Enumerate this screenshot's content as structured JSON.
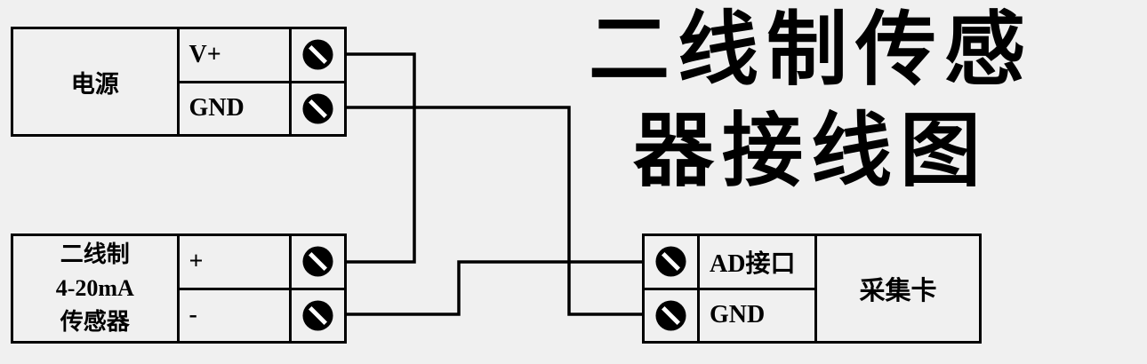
{
  "title": {
    "line1": "二线制传感",
    "line2": "器接线图"
  },
  "power_box": {
    "label": "电源",
    "terminals": [
      {
        "label": "V+"
      },
      {
        "label": "GND"
      }
    ]
  },
  "sensor_box": {
    "label_lines": [
      "二线制",
      "4-20mA",
      "传感器"
    ],
    "terminals": [
      {
        "label": "+"
      },
      {
        "label": "-"
      }
    ]
  },
  "daq_box": {
    "label": "采集卡",
    "terminals": [
      {
        "label": "AD接口"
      },
      {
        "label": "GND"
      }
    ]
  },
  "wires": [
    {
      "from": "power.V+",
      "to": "sensor.+"
    },
    {
      "from": "power.GND",
      "to": "daq.GND"
    },
    {
      "from": "sensor.-",
      "to": "daq.AD接口"
    }
  ],
  "colors": {
    "background": "#f0f0f0",
    "line": "#000000",
    "screw_fill": "#000000",
    "screw_slash": "#ffffff"
  }
}
